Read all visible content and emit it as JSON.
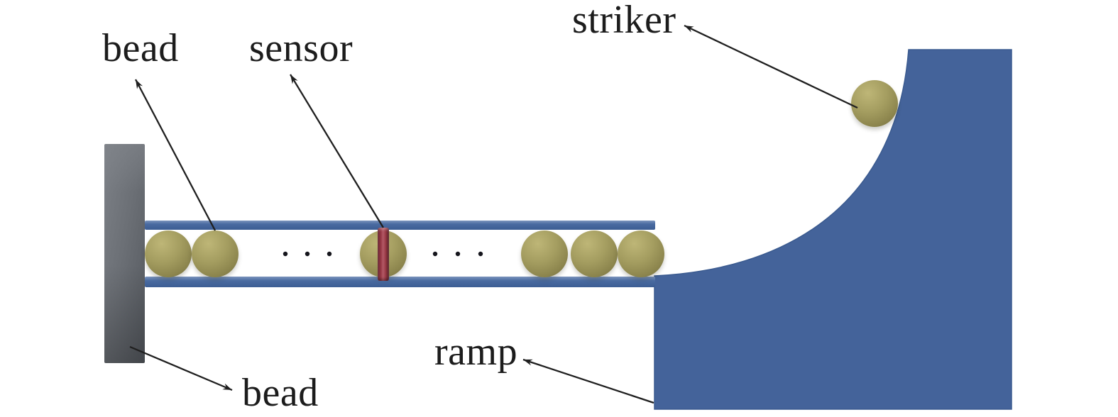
{
  "labels": {
    "bead_top": "bead",
    "sensor": "sensor",
    "striker": "striker",
    "ramp": "ramp",
    "bead_bottom": "bead"
  },
  "theme": {
    "background": "#ffffff",
    "ramp-blue": "#44639a",
    "rail-blue": "#4a6ba1",
    "rail-highlight": "#7b94bd",
    "bead-light": "#beb677",
    "bead-mid": "#a49d60",
    "bead-dark": "#6f6a3c",
    "sensor-red": "#9a3a46",
    "sensor-red-dark": "#6b2330",
    "wall-light": "#7d8187",
    "wall-dark": "#54585e",
    "text-color": "#1c1c1c",
    "arrow-color": "#1f1f1f"
  }
}
